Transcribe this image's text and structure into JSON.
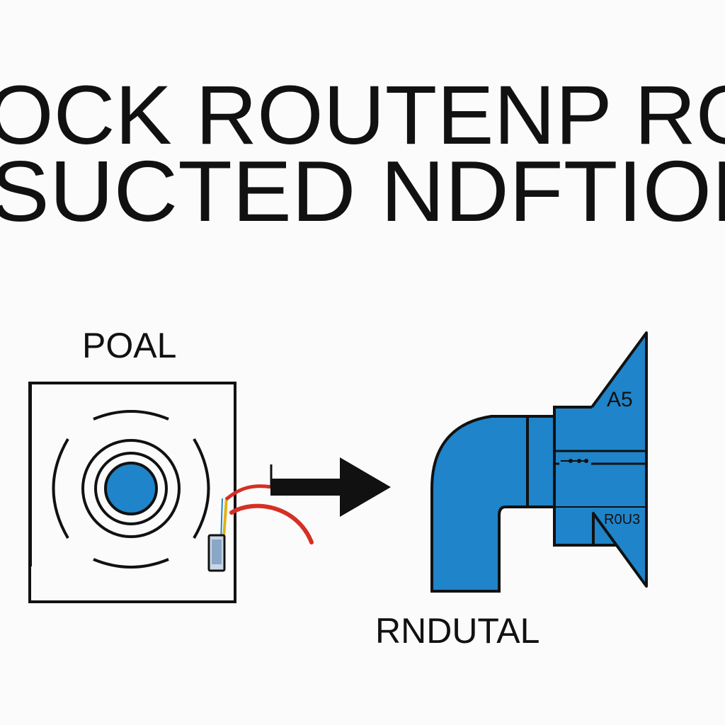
{
  "title": {
    "line1": "OCK ROUTENP ROUC",
    "line2": "SUCTED NDFTION"
  },
  "labels": {
    "left": "POAL",
    "right": "RNDUTAL",
    "pipe_top": "A5",
    "pipe_bottom": "R0U3"
  },
  "colors": {
    "background": "#fbfbfb",
    "ink": "#111111",
    "blue": "#1f84c9",
    "red": "#d62f24"
  }
}
